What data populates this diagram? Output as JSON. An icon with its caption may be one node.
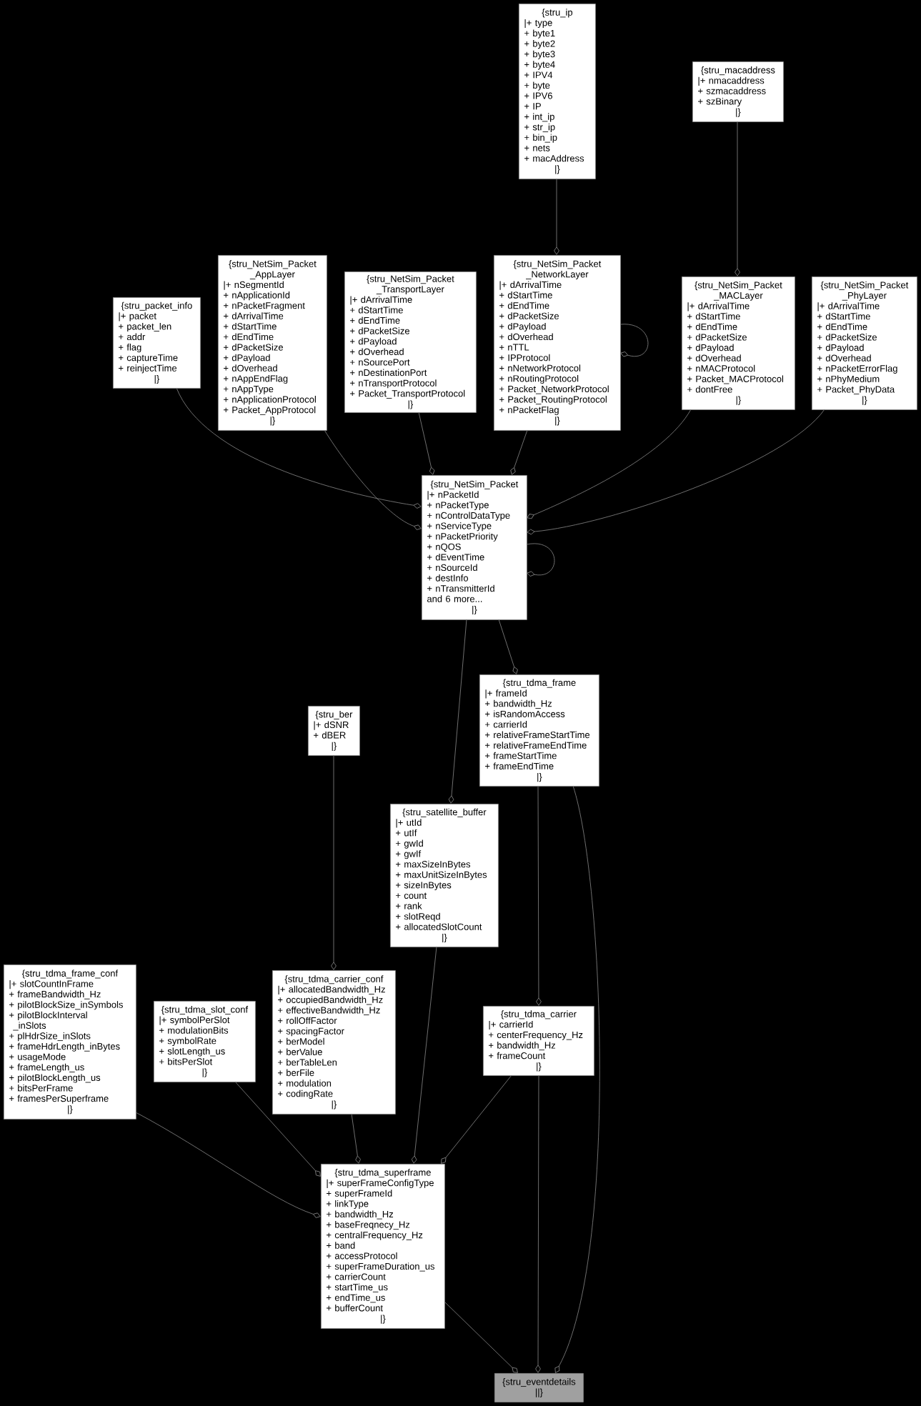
{
  "diagram": {
    "nodes": [
      {
        "text": [
          "{stru_ip",
          "|+ type",
          "+ byte1",
          "+ byte2",
          "+ byte3",
          "+ byte4",
          "+ IPV4",
          "+ byte",
          "+ IPV6",
          "+ IP",
          "+ int_ip",
          "+ str_ip",
          "+ bin_ip",
          "+ nets",
          "+ macAddress",
          "|}"
        ]
      },
      {
        "text": [
          "{stru_macaddress",
          "|+ nmacaddress",
          "+ szmacaddress",
          "+ szBinary",
          "|}"
        ]
      },
      {
        "text": [
          "{stru_packet_info",
          "|+ packet",
          "+ packet_len",
          "+ addr",
          "+ flag",
          "+ captureTime",
          "+ reinjectTime",
          "|}"
        ]
      },
      {
        "text": [
          "{stru_NetSim_Packet _AppLayer",
          "|+ nSegmentId",
          "+ nApplicationId",
          "+ nPacketFragment",
          "+ dArrivalTime",
          "+ dStartTime",
          "+ dEndTime",
          "+ dPacketSize",
          "+ dPayload",
          "+ dOverhead",
          "+ nAppEndFlag",
          "+ nAppType",
          "+ nApplicationProtocol",
          "+ Packet_AppProtocol",
          "|}"
        ]
      },
      {
        "text": [
          "{stru_NetSim_Packet _TransportLayer",
          "|+ dArrivalTime",
          "+ dStartTime",
          "+ dEndTime",
          "+ dPacketSize",
          "+ dPayload",
          "+ dOverhead",
          "+ nSourcePort",
          "+ nDestinationPort",
          "+ nTransportProtocol",
          "+ Packet_TransportProtocol",
          "|}"
        ]
      },
      {
        "text": [
          "{stru_NetSim_Packet _NetworkLayer",
          "|+ dArrivalTime",
          "+ dStartTime",
          "+ dEndTime",
          "+ dPacketSize",
          "+ dPayload",
          "+ dOverhead",
          "+ nTTL",
          "+ IPProtocol",
          "+ nNetworkProtocol",
          "+ nRoutingProtocol",
          "+ Packet_NetworkProtocol",
          "+ Packet_RoutingProtocol",
          "+ nPacketFlag",
          "|}"
        ]
      },
      {
        "text": [
          "{stru_NetSim_Packet _MACLayer",
          "|+ dArrivalTime",
          "+ dStartTime",
          "+ dEndTime",
          "+ dPacketSize",
          "+ dPayload",
          "+ dOverhead",
          "+ nMACProtocol",
          "+ Packet_MACProtocol",
          "+ dontFree",
          "|}"
        ]
      },
      {
        "text": [
          "{stru_NetSim_Packet _PhyLayer",
          "|+ dArrivalTime",
          "+ dStartTime",
          "+ dEndTime",
          "+ dPacketSize",
          "+ dPayload",
          "+ dOverhead",
          "+ nPacketErrorFlag",
          "+ nPhyMedium",
          "+ Packet_PhyData",
          "|}"
        ]
      },
      {
        "text": [
          "{stru_NetSim_Packet",
          "|+ nPacketId",
          "+ nPacketType",
          "+ nControlDataType",
          "+ nServiceType",
          "+ nPacketPriority",
          "+ nQOS",
          "+ dEventTime",
          "+ nSourceId",
          "+ destInfo",
          "+ nTransmitterId",
          "and 6 more...",
          "|}"
        ]
      },
      {
        "text": [
          "{stru_tdma_frame",
          "|+ frameId",
          "+ bandwidth_Hz",
          "+ isRandomAccess",
          "+ carrierId",
          "+ relativeFrameStartTime",
          "+ relativeFrameEndTime",
          "+ frameStartTime",
          "+ frameEndTime",
          "|}"
        ]
      },
      {
        "text": [
          "{stru_ber",
          "|+ dSNR",
          "+ dBER",
          "|}"
        ]
      },
      {
        "text": [
          "{stru_satellite_buffer",
          "|+ utId",
          "+ utIf",
          "+ gwId",
          "+ gwIf",
          "+ maxSizeInBytes",
          "+ maxUnitSizeInBytes",
          "+ sizeInBytes",
          "+ count",
          "+ rank",
          "+ slotReqd",
          "+ allocatedSlotCount",
          "|}"
        ]
      },
      {
        "text": [
          "{stru_tdma_frame_conf",
          "|+ slotCountInFrame",
          "+ frameBandwidth_Hz",
          "+ pilotBlockSize_inSymbols",
          "+ pilotBlockInterval _inSlots",
          "+ plHdrSize_inSlots",
          "+ frameHdrLength_inBytes",
          "+ usageMode",
          "+ frameLength_us",
          "+ pilotBlockLength_us",
          "+ bitsPerFrame",
          "+ framesPerSuperframe",
          "|}"
        ]
      },
      {
        "text": [
          "{stru_tdma_slot_conf",
          "|+ symbolPerSlot",
          "+ modulationBits",
          "+ symbolRate",
          "+ slotLength_us",
          "+ bitsPerSlot",
          "|}"
        ]
      },
      {
        "text": [
          "{stru_tdma_carrier_conf",
          "|+ allocatedBandwidth_Hz",
          "+ occupiedBandwidth_Hz",
          "+ effectiveBandwidth_Hz",
          "+ rollOffFactor",
          "+ spacingFactor",
          "+ berModel",
          "+ berValue",
          "+ berTableLen",
          "+ berFile",
          "+ modulation",
          "+ codingRate",
          "|}"
        ]
      },
      {
        "text": [
          "{stru_tdma_carrier",
          "|+ carrierId",
          "+ centerFrequency_Hz",
          "+ bandwidth_Hz",
          "+ frameCount",
          "|}"
        ]
      },
      {
        "text": [
          "{stru_tdma_superframe",
          "|+ superFrameConfigType",
          "+ superFrameId",
          "+ linkType",
          "+ bandwidth_Hz",
          "+ baseFreqnecy_Hz",
          "+ centralFrequency_Hz",
          "+ band",
          "+ accessProtocol",
          "+ superFrameDuration_us",
          "+ carrierCount",
          "+ startTime_us",
          "+ endTime_us",
          "+ bufferCount",
          "|}"
        ]
      },
      {
        "text": [
          "{stru_eventdetails",
          "||}"
        ]
      }
    ],
    "edges": [
      {
        "from": 0,
        "to": 5,
        "arrow": "other"
      },
      {
        "from": 1,
        "to": 6,
        "arrow": "other"
      },
      {
        "from": 2,
        "to": 8,
        "arrow": "other"
      },
      {
        "from": 3,
        "to": 8,
        "arrow": "other"
      },
      {
        "from": 4,
        "to": 8,
        "arrow": "other"
      },
      {
        "from": 5,
        "to": 8,
        "arrow": "other"
      },
      {
        "from": 5,
        "to": 5,
        "arrow": "other"
      },
      {
        "from": 6,
        "to": 8,
        "arrow": "other"
      },
      {
        "from": 7,
        "to": 8,
        "arrow": "other"
      },
      {
        "from": 8,
        "to": 8,
        "arrow": "other"
      },
      {
        "from": 8,
        "to": 11,
        "arrow": "other"
      },
      {
        "from": 8,
        "to": 9,
        "arrow": "other"
      },
      {
        "from": 10,
        "to": 14,
        "arrow": "other"
      },
      {
        "from": 9,
        "to": 15,
        "arrow": "other"
      },
      {
        "from": 9,
        "to": 17,
        "arrow": "other"
      },
      {
        "from": 12,
        "to": 16,
        "arrow": "other"
      },
      {
        "from": 13,
        "to": 16,
        "arrow": "other"
      },
      {
        "from": 14,
        "to": 16,
        "arrow": "other"
      },
      {
        "from": 11,
        "to": 16,
        "arrow": "other"
      },
      {
        "from": 15,
        "to": 16,
        "arrow": "other"
      },
      {
        "from": 16,
        "to": 17,
        "arrow": "other"
      },
      {
        "from": 15,
        "to": 17,
        "arrow": "other"
      }
    ]
  }
}
